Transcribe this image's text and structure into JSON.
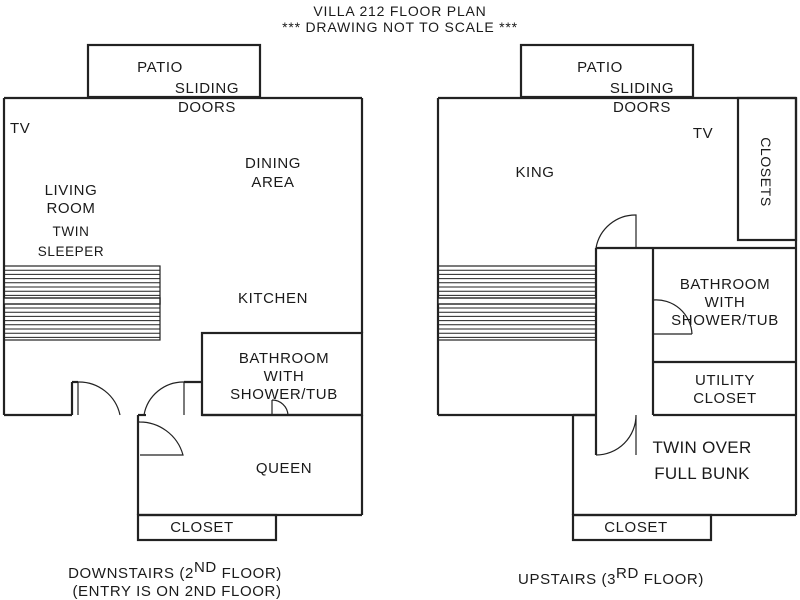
{
  "header": {
    "title": "VILLA 212 FLOOR PLAN",
    "note": "*** DRAWING NOT TO SCALE ***"
  },
  "downstairs": {
    "patio": "PATIO",
    "sliding_doors_1": "SLIDING",
    "sliding_doors_2": "DOORS",
    "tv": "TV",
    "dining_1": "DINING",
    "dining_2": "AREA",
    "living_1": "LIVING",
    "living_2": "ROOM",
    "twin_1": "TWIN",
    "twin_2": "SLEEPER",
    "kitchen": "KITCHEN",
    "bath_1": "BATHROOM",
    "bath_2": "WITH",
    "bath_3": "SHOWER/TUB",
    "queen": "QUEEN",
    "closet": "CLOSET",
    "caption_1_pre": "DOWNSTAIRS (2",
    "caption_1_sup": "ND",
    "caption_1_post": " FLOOR)",
    "caption_2": "(ENTRY IS ON 2ND FLOOR)"
  },
  "upstairs": {
    "patio": "PATIO",
    "sliding_doors_1": "SLIDING",
    "sliding_doors_2": "DOORS",
    "tv": "TV",
    "king": "KING",
    "closets": "CLOSETS",
    "bath_1": "BATHROOM",
    "bath_2": "WITH",
    "bath_3": "SHOWER/TUB",
    "utility_1": "UTILITY",
    "utility_2": "CLOSET",
    "bunk_1": "TWIN OVER",
    "bunk_2": "FULL BUNK",
    "closet": "CLOSET",
    "caption_pre": "UPSTAIRS (3",
    "caption_sup": "RD",
    "caption_post": " FLOOR)"
  }
}
